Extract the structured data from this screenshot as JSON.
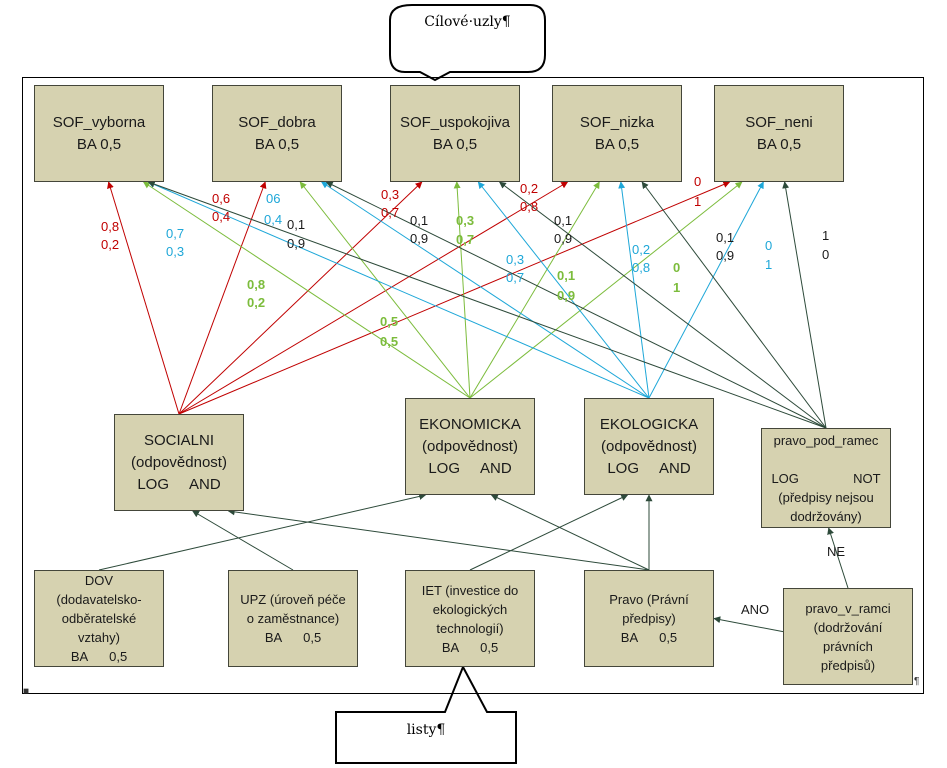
{
  "callouts": {
    "top": "Cílové·uzly¶",
    "bottom": "listy¶"
  },
  "colors": {
    "red": "#c00000",
    "blue": "#1ea7d8",
    "green": "#7cbc3c",
    "dark": "#2d4a3a",
    "node_fill": "#d6d2b0"
  },
  "nodes": {
    "sof_vyborna": [
      "SOF_vyborna",
      "BA 0,5"
    ],
    "sof_dobra": [
      "SOF_dobra",
      "BA 0,5"
    ],
    "sof_uspokojiva": [
      "SOF_uspokojiva",
      "BA 0,5"
    ],
    "sof_nizka": [
      "SOF_nizka",
      "BA 0,5"
    ],
    "sof_neni": [
      "SOF_neni",
      "BA 0,5"
    ],
    "socialni": [
      "SOCIALNI",
      "(odpovědnost)",
      "LOG     AND"
    ],
    "ekonomicka": [
      "EKONOMICKA",
      "(odpovědnost)",
      "LOG     AND"
    ],
    "ekologicka": [
      "EKOLOGICKA",
      "(odpovědnost)",
      "LOG     AND"
    ],
    "pravo_pod_ramec": [
      "pravo_pod_ramec",
      "",
      "LOG               NOT",
      "(předpisy nejsou",
      "dodržovány)"
    ],
    "dov": [
      "DOV",
      "(dodavatelsko-",
      "odběratelské",
      "vztahy)",
      "BA      0,5"
    ],
    "upz": [
      "UPZ (úroveň péče",
      "o zaměstnance)",
      "BA      0,5"
    ],
    "iet": [
      "IET (investice do",
      "ekologických",
      "technologií)",
      "BA      0,5"
    ],
    "pravo": [
      "Pravo (Právní",
      "předpisy)",
      "BA      0,5"
    ],
    "pravo_v_ramci": [
      "pravo_v_ramci",
      "(dodržování",
      "právních",
      "předpisů)"
    ]
  },
  "edge_labels": {
    "ano": "ANO",
    "ne": "NE"
  },
  "weights": [
    {
      "id": "w1",
      "text": "0,8",
      "color": "red"
    },
    {
      "id": "w2",
      "text": "0,2",
      "color": "red"
    },
    {
      "id": "w3",
      "text": "0,7",
      "color": "blue"
    },
    {
      "id": "w4",
      "text": "0,3",
      "color": "blue"
    },
    {
      "id": "w5",
      "text": "0,6",
      "color": "red"
    },
    {
      "id": "w6",
      "text": "0,4",
      "color": "red"
    },
    {
      "id": "w7",
      "text": "06",
      "color": "blue"
    },
    {
      "id": "w8",
      "text": "0,4",
      "color": "blue"
    },
    {
      "id": "w9",
      "text": "0,1",
      "color": "dark"
    },
    {
      "id": "w10",
      "text": "0,9",
      "color": "dark"
    },
    {
      "id": "w11",
      "text": "0,8",
      "color": "green"
    },
    {
      "id": "w12",
      "text": "0,2",
      "color": "green"
    },
    {
      "id": "w13",
      "text": "0,3",
      "color": "red"
    },
    {
      "id": "w14",
      "text": "0,7",
      "color": "red"
    },
    {
      "id": "w15",
      "text": "0,1",
      "color": "dark"
    },
    {
      "id": "w16",
      "text": "0,9",
      "color": "dark"
    },
    {
      "id": "w17",
      "text": "0,3",
      "color": "green"
    },
    {
      "id": "w18",
      "text": "0,7",
      "color": "green"
    },
    {
      "id": "w19",
      "text": "0,5",
      "color": "green"
    },
    {
      "id": "w20",
      "text": "0,5",
      "color": "green"
    },
    {
      "id": "w21",
      "text": "0,2",
      "color": "red"
    },
    {
      "id": "w22",
      "text": "0,8",
      "color": "red"
    },
    {
      "id": "w23",
      "text": "0,1",
      "color": "dark"
    },
    {
      "id": "w24",
      "text": "0,9",
      "color": "dark"
    },
    {
      "id": "w25",
      "text": "0,3",
      "color": "blue"
    },
    {
      "id": "w26",
      "text": "0,7",
      "color": "blue"
    },
    {
      "id": "w27",
      "text": "0,1",
      "color": "green"
    },
    {
      "id": "w28",
      "text": "0,9",
      "color": "green"
    },
    {
      "id": "w29",
      "text": "0,2",
      "color": "blue"
    },
    {
      "id": "w30",
      "text": "0,8",
      "color": "blue"
    },
    {
      "id": "w31",
      "text": "0",
      "color": "green"
    },
    {
      "id": "w32",
      "text": "1",
      "color": "green"
    },
    {
      "id": "w33",
      "text": "0",
      "color": "red"
    },
    {
      "id": "w34",
      "text": "1",
      "color": "red"
    },
    {
      "id": "w35",
      "text": "0,1",
      "color": "dark"
    },
    {
      "id": "w36",
      "text": "0,9",
      "color": "dark"
    },
    {
      "id": "w37",
      "text": "0",
      "color": "blue"
    },
    {
      "id": "w38",
      "text": "1",
      "color": "blue"
    },
    {
      "id": "w39",
      "text": "1",
      "color": "dark"
    },
    {
      "id": "w40",
      "text": "0",
      "color": "dark"
    }
  ],
  "edges": [
    {
      "from": "socialni",
      "to": "sof_vyborna",
      "color": "red"
    },
    {
      "from": "socialni",
      "to": "sof_dobra",
      "color": "red"
    },
    {
      "from": "socialni",
      "to": "sof_uspokojiva",
      "color": "red"
    },
    {
      "from": "socialni",
      "to": "sof_nizka",
      "color": "red"
    },
    {
      "from": "socialni",
      "to": "sof_neni",
      "color": "red"
    },
    {
      "from": "ekonomicka",
      "to": "sof_vyborna",
      "color": "green"
    },
    {
      "from": "ekonomicka",
      "to": "sof_dobra",
      "color": "green"
    },
    {
      "from": "ekonomicka",
      "to": "sof_uspokojiva",
      "color": "green"
    },
    {
      "from": "ekonomicka",
      "to": "sof_nizka",
      "color": "green"
    },
    {
      "from": "ekonomicka",
      "to": "sof_neni",
      "color": "green"
    },
    {
      "from": "ekologicka",
      "to": "sof_vyborna",
      "color": "blue"
    },
    {
      "from": "ekologicka",
      "to": "sof_dobra",
      "color": "blue"
    },
    {
      "from": "ekologicka",
      "to": "sof_uspokojiva",
      "color": "blue"
    },
    {
      "from": "ekologicka",
      "to": "sof_nizka",
      "color": "blue"
    },
    {
      "from": "ekologicka",
      "to": "sof_neni",
      "color": "blue"
    },
    {
      "from": "pravo_pod_ramec",
      "to": "sof_vyborna",
      "color": "dark"
    },
    {
      "from": "pravo_pod_ramec",
      "to": "sof_dobra",
      "color": "dark"
    },
    {
      "from": "pravo_pod_ramec",
      "to": "sof_uspokojiva",
      "color": "dark"
    },
    {
      "from": "pravo_pod_ramec",
      "to": "sof_nizka",
      "color": "dark"
    },
    {
      "from": "pravo_pod_ramec",
      "to": "sof_neni",
      "color": "dark"
    },
    {
      "from": "dov",
      "to": "ekonomicka",
      "color": "dark"
    },
    {
      "from": "upz",
      "to": "socialni",
      "color": "dark"
    },
    {
      "from": "iet",
      "to": "ekologicka",
      "color": "dark"
    },
    {
      "from": "pravo",
      "to": "socialni",
      "color": "dark"
    },
    {
      "from": "pravo",
      "to": "ekonomicka",
      "color": "dark"
    },
    {
      "from": "pravo",
      "to": "ekologicka",
      "color": "dark"
    },
    {
      "from": "pravo_v_ramci",
      "to": "pravo",
      "color": "dark"
    },
    {
      "from": "pravo_v_ramci",
      "to": "pravo_pod_ramec",
      "color": "dark"
    }
  ]
}
